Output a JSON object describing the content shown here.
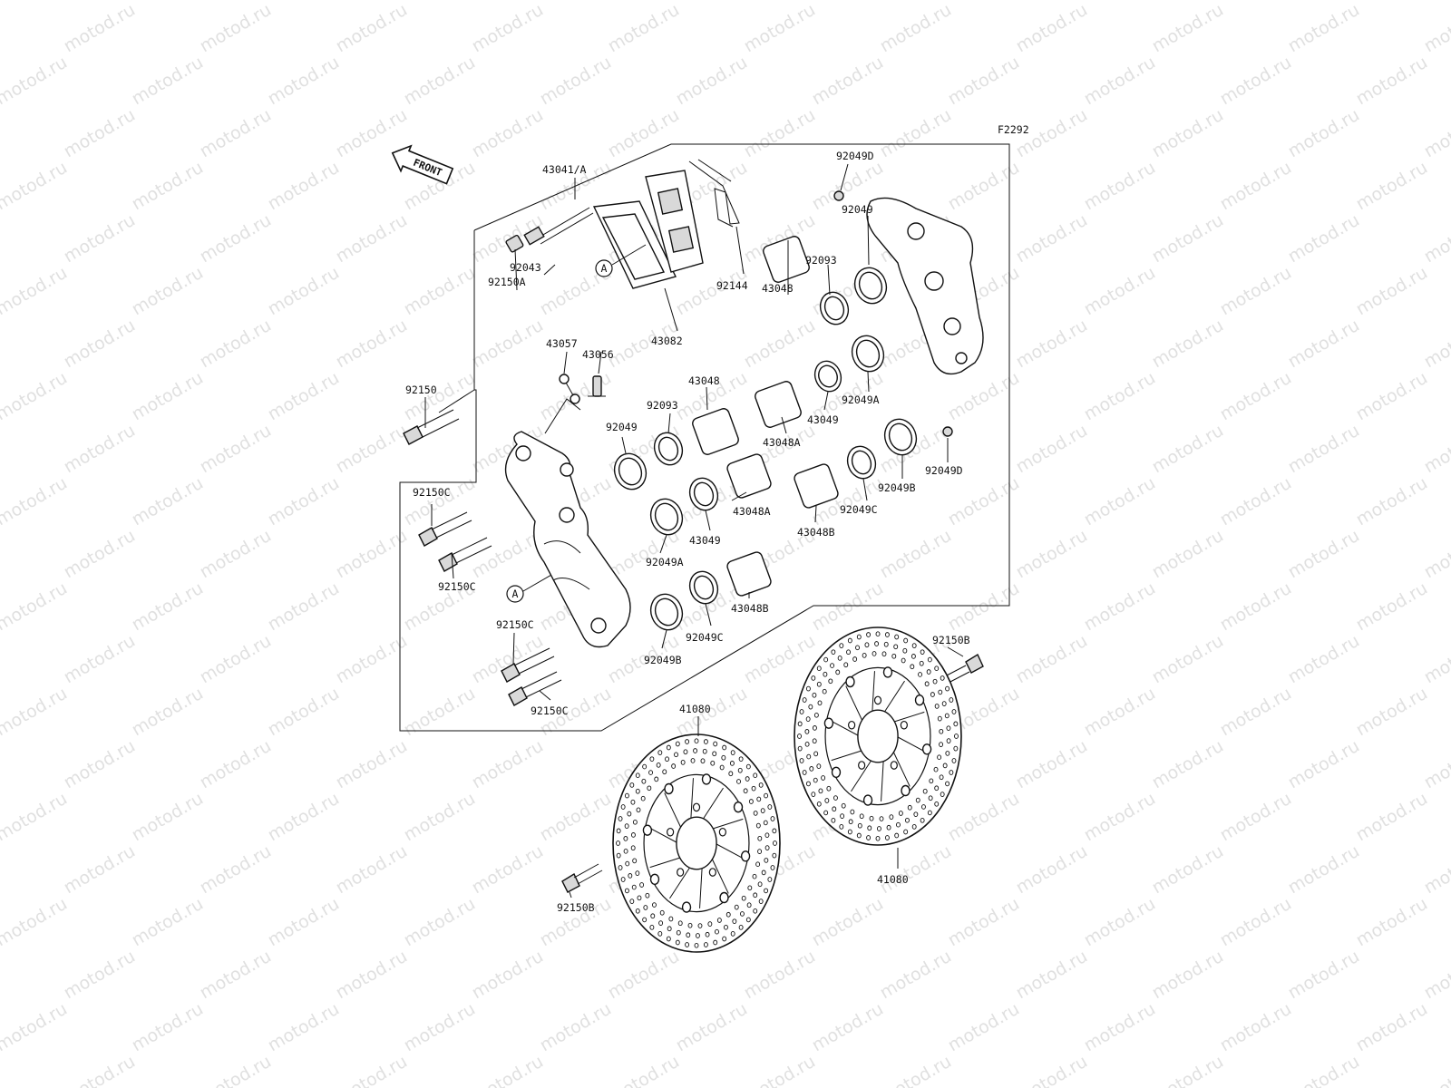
{
  "diagram": {
    "code": "F2292",
    "front_label": "FRONT",
    "ref_marker": "A",
    "watermark": "motod.ru",
    "callouts": [
      {
        "id": "c01",
        "text": "43041/A"
      },
      {
        "id": "c02",
        "text": "92043"
      },
      {
        "id": "c03",
        "text": "92150A"
      },
      {
        "id": "c04",
        "text": "43082"
      },
      {
        "id": "c05",
        "text": "92144"
      },
      {
        "id": "c06",
        "text": "43048"
      },
      {
        "id": "c07",
        "text": "92093"
      },
      {
        "id": "c08",
        "text": "92049D"
      },
      {
        "id": "c09",
        "text": "92049"
      },
      {
        "id": "c10",
        "text": "43057"
      },
      {
        "id": "c11",
        "text": "43056"
      },
      {
        "id": "c12",
        "text": "92150"
      },
      {
        "id": "c13",
        "text": "43048"
      },
      {
        "id": "c14",
        "text": "92093"
      },
      {
        "id": "c15",
        "text": "92049"
      },
      {
        "id": "c16",
        "text": "43048A"
      },
      {
        "id": "c17",
        "text": "43049"
      },
      {
        "id": "c18",
        "text": "92049A"
      },
      {
        "id": "c19",
        "text": "92049D"
      },
      {
        "id": "c20",
        "text": "92049B"
      },
      {
        "id": "c21",
        "text": "92049C"
      },
      {
        "id": "c22",
        "text": "43048B"
      },
      {
        "id": "c23",
        "text": "43048A"
      },
      {
        "id": "c24",
        "text": "43049"
      },
      {
        "id": "c25",
        "text": "92049A"
      },
      {
        "id": "c26",
        "text": "92150C"
      },
      {
        "id": "c27",
        "text": "92150C"
      },
      {
        "id": "c28",
        "text": "43048B"
      },
      {
        "id": "c29",
        "text": "92049C"
      },
      {
        "id": "c30",
        "text": "92049B"
      },
      {
        "id": "c31",
        "text": "92150C"
      },
      {
        "id": "c32",
        "text": "92150C"
      },
      {
        "id": "c33",
        "text": "41080"
      },
      {
        "id": "c34",
        "text": "92150B"
      },
      {
        "id": "c35",
        "text": "41080"
      },
      {
        "id": "c36",
        "text": "92150B"
      }
    ]
  }
}
